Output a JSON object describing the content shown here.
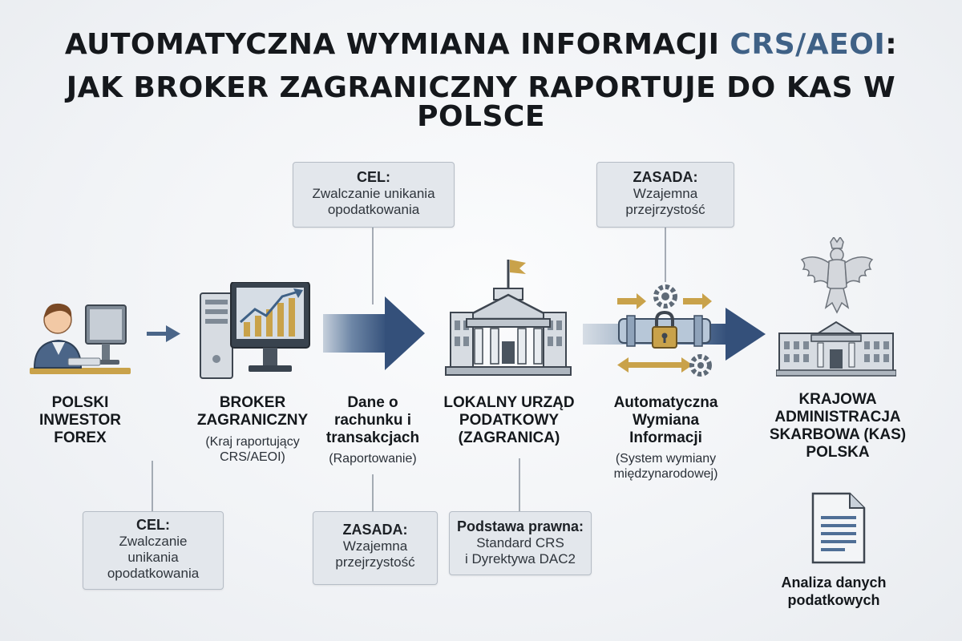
{
  "title": {
    "line1_prefix": "AUTOMATYCZNA WYMIANA INFORMACJI ",
    "line1_accent": "CRS/AEOI",
    "line1_suffix": ":",
    "line2": "JAK BROKER ZAGRANICZNY RAPORTUJE DO KAS W POLSCE"
  },
  "colors": {
    "accent": "#3f6186",
    "arrow_dark": "#3d577a",
    "box_fill": "#e3e7ec",
    "gold": "#c9a24a"
  },
  "stages": [
    {
      "id": "investor",
      "icon": "investor-at-computer-icon",
      "label": "POLSKI\nINWESTOR\nFOREX",
      "sub": ""
    },
    {
      "id": "broker",
      "icon": "broker-workstation-chart-icon",
      "label": "BROKER\nZAGRANICZNY",
      "sub": "(Kraj raportujący\nCRS/AEOI)"
    },
    {
      "id": "data",
      "icon": "data-arrow-icon",
      "label": "Dane o\nrachunku i\ntransakcjach",
      "sub": "(Raportowanie)"
    },
    {
      "id": "local-office",
      "icon": "government-building-flag-icon",
      "label": "LOKALNY URZĄD\nPODATKOWY\n(ZAGRANICA)",
      "sub": ""
    },
    {
      "id": "exchange",
      "icon": "secure-pipeline-gears-icon",
      "label": "Automatyczna\nWymiana\nInformacji",
      "sub": "(System wymiany\nmiędzynarodowej)"
    },
    {
      "id": "kas",
      "icon": "polish-eagle-building-icon",
      "label": "KRAJOWA\nADMINISTRACJA\nSKARBOWA (KAS)\nPOLSKA",
      "sub": ""
    }
  ],
  "callouts": {
    "top_cel": {
      "title": "CEL:",
      "body": "Zwalczanie unikania\nopodatkowania"
    },
    "top_zasada": {
      "title": "ZASADA:",
      "body": "Wzajemna\nprzejrzystość"
    },
    "bottom_cel": {
      "title": "CEL:",
      "body": "Zwalczanie\nunikania\nopodatkowania"
    },
    "bottom_zasada": {
      "title": "ZASADA:",
      "body": "Wzajemna\nprzejrzystość"
    },
    "legal_basis": {
      "title": "Podstawa prawna:",
      "body": "Standard CRS\ni Dyrektywa DAC2"
    }
  },
  "document": {
    "icon": "document-icon",
    "caption": "Analiza danych\npodatkowych"
  }
}
